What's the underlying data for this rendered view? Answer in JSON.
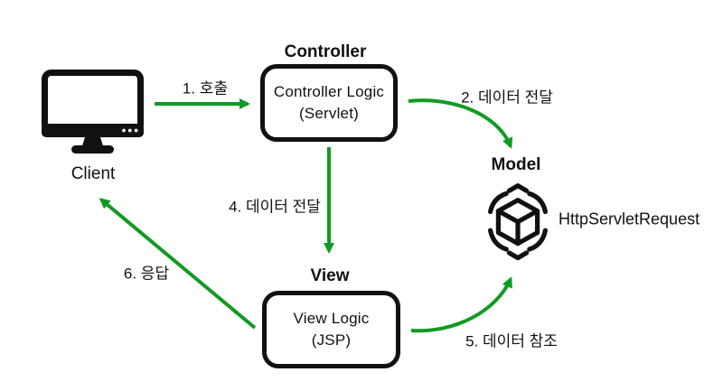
{
  "diagram": {
    "client": {
      "label": "Client"
    },
    "controller": {
      "title": "Controller",
      "line1": "Controller Logic",
      "line2": "(Servlet)"
    },
    "view": {
      "title": "View",
      "line1": "View Logic",
      "line2": "(JSP)"
    },
    "model": {
      "title": "Model",
      "text": "HttpServletRequest"
    },
    "arrows": {
      "a1": "1. 호출",
      "a2": "2. 데이터 전달",
      "a4": "4. 데이터 전달",
      "a5": "5. 데이터 참조",
      "a6": "6. 응답"
    },
    "colors": {
      "arrow_green": "#0f9b22",
      "ink": "#111111",
      "background": "#ffffff"
    }
  }
}
